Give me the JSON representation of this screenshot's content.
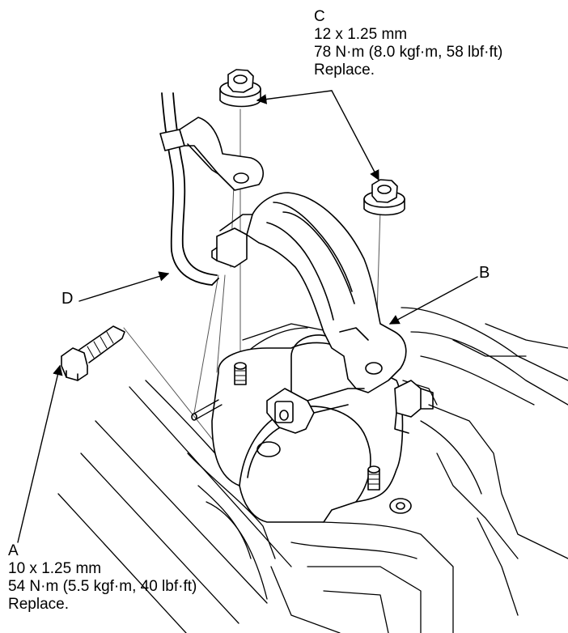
{
  "callouts": {
    "a": {
      "letter": "A",
      "size": "10 x 1.25 mm",
      "torque": "54 N·m (5.5 kgf·m, 40 lbf·ft)",
      "note": "Replace."
    },
    "b": {
      "letter": "B"
    },
    "c": {
      "letter": "C",
      "size": "12 x 1.25 mm",
      "torque": "78 N·m (8.0 kgf·m, 58 lbf·ft)",
      "note": "Replace."
    },
    "d": {
      "letter": "D"
    }
  },
  "colors": {
    "line": "#000000",
    "background": "#ffffff",
    "part_fill": "#ffffff"
  }
}
